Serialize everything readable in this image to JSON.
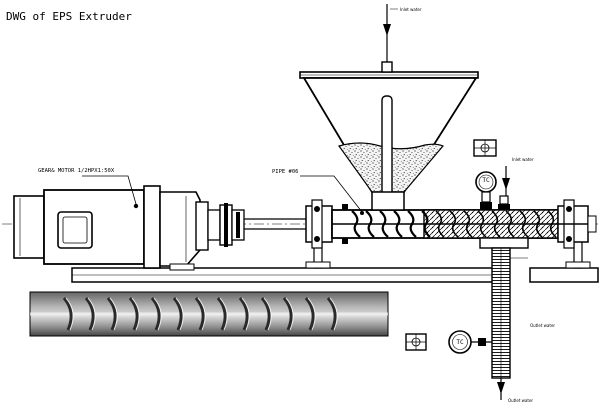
{
  "title": "DWG of EPS Extruder",
  "labels": {
    "motor": "GEAR& MOTOR 1/2HPX1:50X",
    "pipe": "PIPE #06",
    "top_inlet": "Inlet water",
    "right_inlet": "Inlet water",
    "right_outlet": "Outlet water",
    "bottom_outlet": "Outlet water",
    "gauge_upper": "TC",
    "gauge_lower": "TC"
  }
}
